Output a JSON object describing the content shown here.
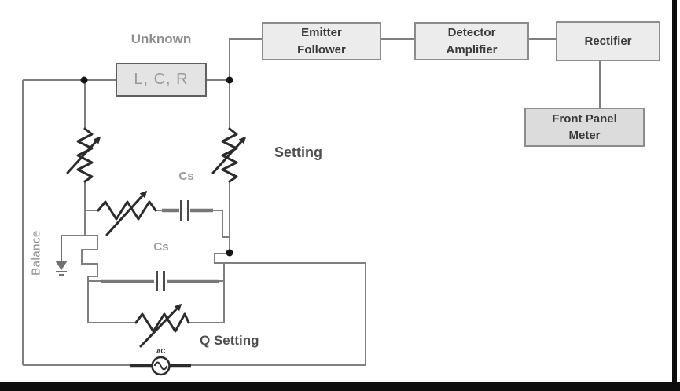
{
  "diagram": {
    "unknown_label": "Unknown",
    "lcr_box_label": "L, C, R",
    "blocks": {
      "emitter_follower": {
        "line1": "Emitter",
        "line2": "Follower"
      },
      "detector_amplifier": {
        "line1": "Detector",
        "line2": "Amplifier"
      },
      "rectifier": {
        "line1": "Rectifier"
      },
      "front_panel_meter": {
        "line1": "Front Panel",
        "line2": "Meter"
      }
    },
    "labels": {
      "setting": "Setting",
      "cs_upper": "Cs",
      "cs_lower": "Cs",
      "balance": "Balance",
      "q_setting": "Q Setting",
      "ac_source": "AC"
    },
    "colors": {
      "wire": "#7f7f7f",
      "component": "#2b2b2b",
      "box_fill_light": "#ececec",
      "box_fill_dark": "#dcdcdc",
      "box_border": "#8c8c8c",
      "muted_label": "#8f8f8f",
      "dark_label": "#4f4f4f",
      "frame": "#0d0d0d"
    }
  }
}
